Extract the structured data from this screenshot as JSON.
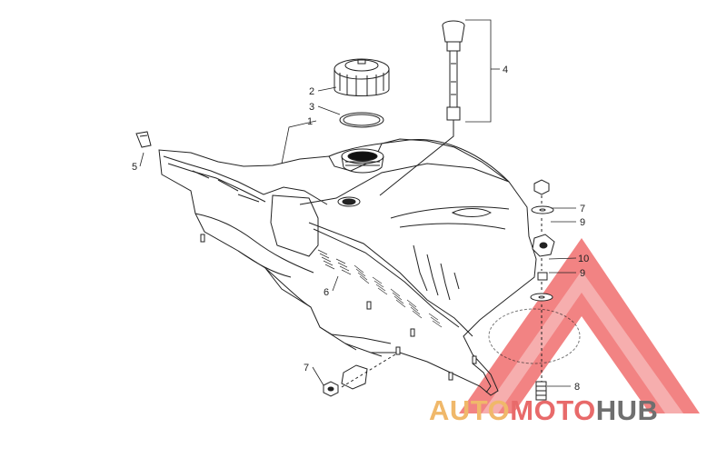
{
  "diagram": {
    "callouts": [
      {
        "id": "c1",
        "label": "1"
      },
      {
        "id": "c2",
        "label": "2"
      },
      {
        "id": "c3",
        "label": "3"
      },
      {
        "id": "c4",
        "label": "4"
      },
      {
        "id": "c5",
        "label": "5"
      },
      {
        "id": "c6",
        "label": "6"
      },
      {
        "id": "c7a",
        "label": "7"
      },
      {
        "id": "c7b",
        "label": "7"
      },
      {
        "id": "c8",
        "label": "8"
      },
      {
        "id": "c9a",
        "label": "9"
      },
      {
        "id": "c9b",
        "label": "9"
      },
      {
        "id": "c10",
        "label": "10"
      }
    ]
  },
  "watermark": {
    "part1": "AUTO",
    "part2": "MOTO",
    "part3": "HUB",
    "color1": "#f0b86a",
    "color2": "#e86a6a",
    "color3": "#6f6f6f",
    "triangle_color": "#e84a4a"
  }
}
